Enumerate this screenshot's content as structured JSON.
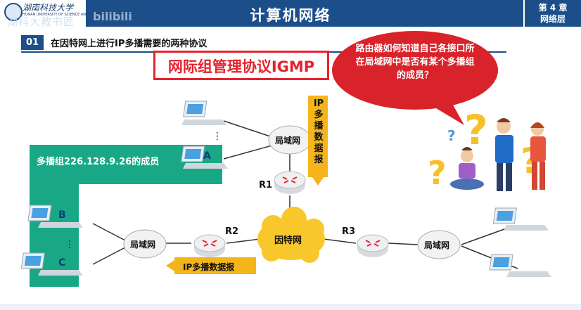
{
  "header": {
    "logo_text": "湖南科技大学",
    "logo_sub": "HUNAN UNIVERSITY OF SCIENCE AND TECHNOLOGY",
    "watermark_left": "湖科大教书匠",
    "watermark_bili": "bilibili",
    "course_title": "计算机网络",
    "chapter": "第 4 章",
    "chapter_name": "网络层",
    "bg_color": "#1c4f8a"
  },
  "section": {
    "number": "01",
    "title": "在因特网上进行IP多播需要的两种协议"
  },
  "highlight": {
    "text": "网际组管理协议IGMP",
    "color": "#e5232d"
  },
  "bubble": {
    "text": "路由器如何知道自己各接口所在局域网中是否有某个多播组的成员？",
    "color": "#d8232a"
  },
  "diagram": {
    "group_label": "多播组226.128.9.26的成员",
    "group_color": "#19a886",
    "routers": [
      "R1",
      "R2",
      "R3"
    ],
    "lan_label": "局域网",
    "internet_label": "因特网",
    "vertical_arrow_text": "IP多播数据报",
    "horizontal_arrow_text": "IP多播数据报",
    "hosts": [
      "A",
      "B",
      "C"
    ],
    "ellipsis": "⋮",
    "arrow_color": "#f4b51c"
  },
  "icons": [
    "laptop-icon",
    "router-icon",
    "cloud-icon",
    "question-mark-icon"
  ]
}
